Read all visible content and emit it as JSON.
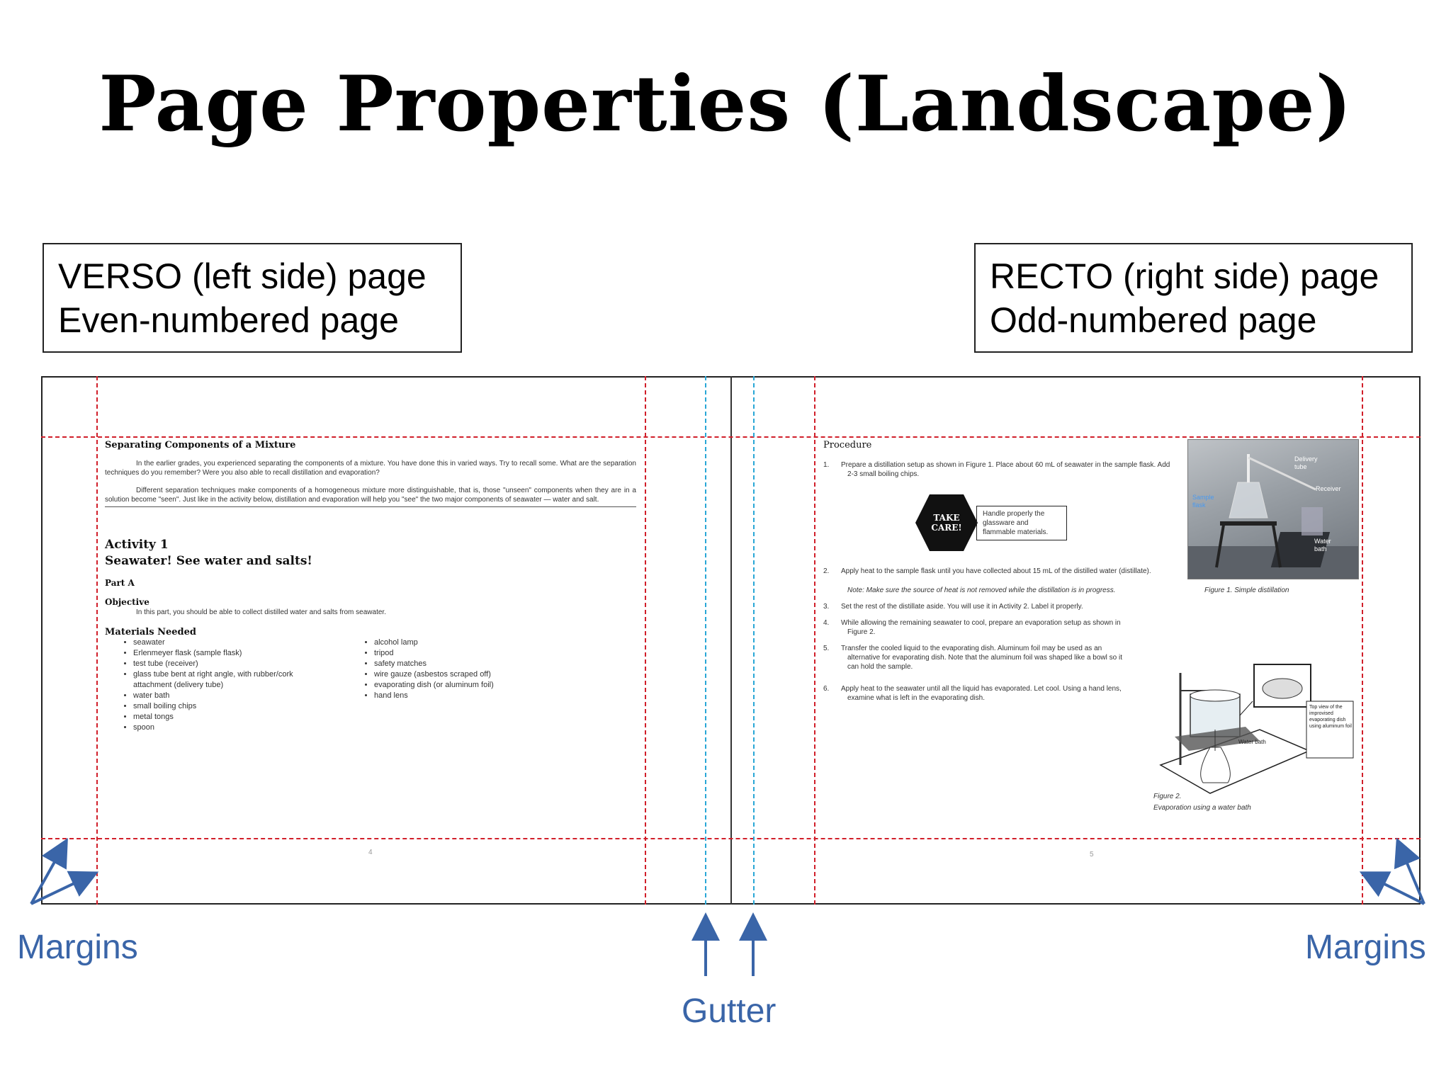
{
  "title": "Page Properties (Landscape)",
  "verso": {
    "line1": "VERSO (left side) page",
    "line2": "Even-numbered page"
  },
  "recto": {
    "line1": "RECTO (right side) page",
    "line2": "Odd-numbered page"
  },
  "labels": {
    "margins_left": "Margins",
    "margins_right": "Margins",
    "gutter": "Gutter"
  },
  "colors": {
    "margin_guides": "#d11f2a",
    "gutter_guides": "#29a7d6",
    "arrows_and_labels": "#3a65a8"
  },
  "left_page": {
    "heading": "Separating Components of a Mixture",
    "para1": "In the earlier grades, you experienced separating the components of a mixture. You have done this in varied ways. Try to recall some. What are the separation techniques do you remember? Were you also able to recall distillation and evaporation?",
    "para2": "Different separation techniques make components of a homogeneous mixture more distinguishable, that is, those \"unseen\" components when they are in a solution become \"seen\". Just like in the activity below, distillation and evaporation will help you \"see\" the two major components of seawater — water and salt.",
    "activity": "Activity 1",
    "activity_title": "Seawater! See water and salts!",
    "part": "Part A",
    "objective_label": "Objective",
    "objective_text": "In this part, you should be able to collect distilled water and salts from seawater.",
    "materials_label": "Materials Needed",
    "materials_col1": [
      "seawater",
      "Erlenmeyer flask (sample flask)",
      "test tube (receiver)",
      "glass tube bent at right angle, with rubber/cork attachment (delivery tube)",
      "water bath",
      "small boiling chips",
      "metal tongs",
      "spoon"
    ],
    "materials_col2": [
      "alcohol lamp",
      "tripod",
      "safety matches",
      "wire gauze (asbestos scraped off)",
      "evaporating dish (or aluminum foil)",
      "hand lens"
    ],
    "page_number": "4"
  },
  "right_page": {
    "heading": "Procedure",
    "step1": "Prepare a distillation setup as shown in Figure 1. Place about 60 mL of seawater in the sample flask. Add 2-3 small boiling chips.",
    "take_care": "TAKE CARE!",
    "care_text": "Handle properly the glassware and flammable materials.",
    "step2": "Apply heat to the sample flask until you have collected about 15 mL of the distilled water (distillate).",
    "note": "Note: Make sure the source of heat is not removed while the distillation is in progress.",
    "step3": "Set the rest of the distillate aside. You will use it in Activity 2. Label it properly.",
    "step4": "While allowing the remaining seawater to cool, prepare an evaporation setup as shown in Figure 2.",
    "step5": "Transfer the cooled liquid to the evaporating dish. Aluminum foil may be used as an alternative for evaporating dish. Note that the aluminum foil was shaped like a bowl so it can hold the sample.",
    "step6": "Apply heat to the seawater until all the liquid has evaporated. Let cool. Using a hand lens, examine what is left in the evaporating dish.",
    "fig1_caption": "Figure 1. Simple distillation",
    "fig1_labels": [
      "Delivery tube",
      "Sample flask",
      "Receiver",
      "Water bath"
    ],
    "fig2_caption_1": "Figure 2.",
    "fig2_caption_2": "Evaporation using a water bath",
    "fig2_water_bath": "Water bath",
    "fig2_inset": "Top view of the improvised evaporating dish using aluminum foil",
    "page_number": "5"
  }
}
